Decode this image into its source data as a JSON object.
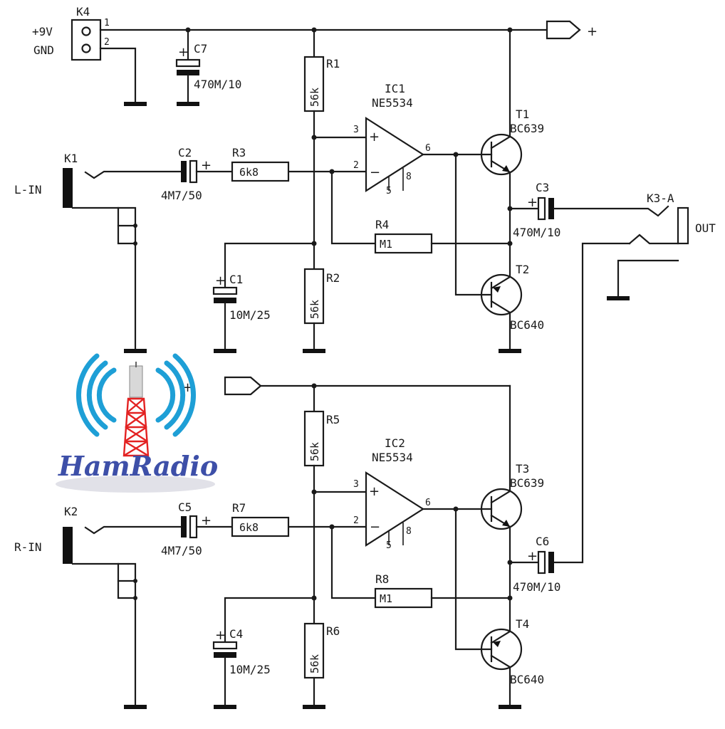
{
  "power": {
    "plus_label": "+",
    "plus9v": "+9V",
    "gnd": "GND",
    "pin1": "1",
    "pin2": "2"
  },
  "connectors": {
    "k4": "K4",
    "k1": "K1",
    "k2": "K2",
    "k3": "K3-A",
    "l_in": "L-IN",
    "r_in": "R-IN",
    "out": "OUT"
  },
  "components": {
    "c7": {
      "name": "C7",
      "value": "470M/10"
    },
    "c2": {
      "name": "C2",
      "value": "4M7/50"
    },
    "c1": {
      "name": "C1",
      "value": "10M/25"
    },
    "c3": {
      "name": "C3",
      "value": "470M/10"
    },
    "c5": {
      "name": "C5",
      "value": "4M7/50"
    },
    "c4": {
      "name": "C4",
      "value": "10M/25"
    },
    "c6": {
      "name": "C6",
      "value": "470M/10"
    },
    "r1": {
      "name": "R1",
      "value": "56k"
    },
    "r2": {
      "name": "R2",
      "value": "56k"
    },
    "r3": {
      "name": "R3",
      "value": "6k8"
    },
    "r4": {
      "name": "R4",
      "value": "M1"
    },
    "r5": {
      "name": "R5",
      "value": "56k"
    },
    "r6": {
      "name": "R6",
      "value": "56k"
    },
    "r7": {
      "name": "R7",
      "value": "6k8"
    },
    "r8": {
      "name": "R8",
      "value": "M1"
    },
    "ic1": {
      "name": "IC1",
      "part": "NE5534"
    },
    "ic2": {
      "name": "IC2",
      "part": "NE5534"
    },
    "t1": {
      "name": "T1",
      "part": "BC639"
    },
    "t2": {
      "name": "T2",
      "part": "BC640"
    },
    "t3": {
      "name": "T3",
      "part": "BC639"
    },
    "t4": {
      "name": "T4",
      "part": "BC640"
    }
  },
  "ic_pins": {
    "p2": "2",
    "p3": "3",
    "p5": "5",
    "p6": "6",
    "p8": "8"
  },
  "opamp_signs": {
    "plus": "+",
    "minus": "−"
  },
  "logo": {
    "text": "HamRadio",
    "icon": "radio-tower-icon",
    "colors": {
      "waves": "#1e9fd6",
      "tower": "#e32222",
      "text": "#3d4fa8"
    }
  }
}
